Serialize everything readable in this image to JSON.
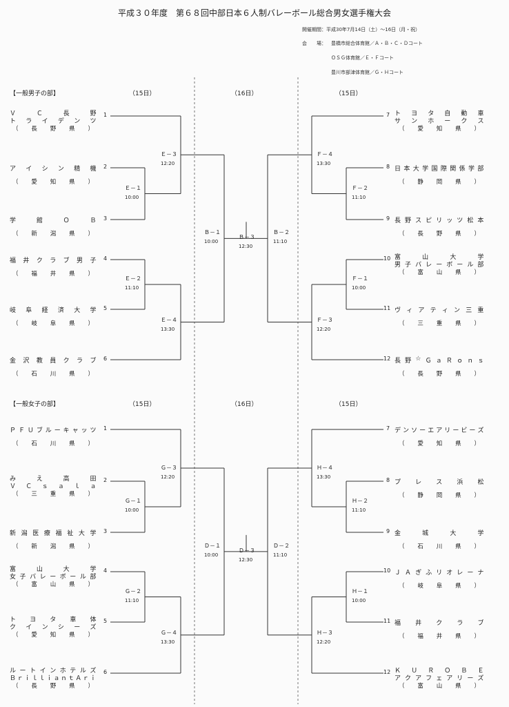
{
  "title": "平成３０年度　第６８回中部日本６人制バレーボール総合男女選手権大会",
  "info": {
    "dates": "開催期間：平成30年7月14日（土）～16日（月・祝）",
    "venue_label": "会　　場：",
    "venues": [
      "豊橋市総合体育館／Ａ・Ｂ・Ｃ・Ｄコート",
      "ＯＳＧ体育館／Ｅ・Ｆコート",
      "豊川市部津体育館／Ｇ・Ｈコート"
    ]
  },
  "day_labels": [
    "（15日）",
    "（16日）",
    "（15日）"
  ],
  "sections": [
    {
      "name": "【一般男子の部】",
      "teams": [
        {
          "num": "1",
          "name": "ＶＣ長野\nトライデンツ",
          "pref": "（長野県）"
        },
        {
          "num": "2",
          "name": "アイシン精機",
          "pref": "（愛知県）"
        },
        {
          "num": "3",
          "name": "学館ＯＢ",
          "pref": "（新潟県）"
        },
        {
          "num": "4",
          "name": "福井クラブ男子",
          "pref": "（福井県）"
        },
        {
          "num": "5",
          "name": "岐阜経済大学",
          "pref": "（岐阜県）"
        },
        {
          "num": "6",
          "name": "金沢教員クラブ",
          "pref": "（石川県）"
        },
        {
          "num": "7",
          "name": "トヨタ自動車\nサンホークス",
          "pref": "（愛知県）"
        },
        {
          "num": "8",
          "name": "日本大学国際関係学部",
          "pref": "（静岡県）"
        },
        {
          "num": "9",
          "name": "長野スピリッツ松本",
          "pref": "（長野県）"
        },
        {
          "num": "10",
          "name": "富山大学\n男子バレーボール部",
          "pref": "（富山県）"
        },
        {
          "num": "11",
          "name": "ヴィアティン三重",
          "pref": "（三重県）"
        },
        {
          "num": "12",
          "name": "長野☆ＧａＲｏｎｓ",
          "pref": "（長野県）"
        }
      ],
      "matches": [
        {
          "code": "Ｅ－１",
          "time": "10:00"
        },
        {
          "code": "Ｅ－２",
          "time": "11:10"
        },
        {
          "code": "Ｅ－３",
          "time": "12:20"
        },
        {
          "code": "Ｅ－４",
          "time": "13:30"
        },
        {
          "code": "Ｆ－１",
          "time": "10:00"
        },
        {
          "code": "Ｆ－２",
          "time": "11:10"
        },
        {
          "code": "Ｆ－３",
          "time": "12:20"
        },
        {
          "code": "Ｆ－４",
          "time": "13:30"
        },
        {
          "code": "Ｂ－１",
          "time": "10:00"
        },
        {
          "code": "Ｂ－２",
          "time": "11:10"
        },
        {
          "code": "Ｂ－３",
          "time": "12:30"
        }
      ]
    },
    {
      "name": "【一般女子の部】",
      "teams": [
        {
          "num": "1",
          "name": "ＰＦＵブルーキャッツ",
          "pref": "（石川県）"
        },
        {
          "num": "2",
          "name": "みえ高田\nＶＣｓａｌａ",
          "pref": "（三重県）"
        },
        {
          "num": "3",
          "name": "新潟医療福祉大学",
          "pref": "（新潟県）"
        },
        {
          "num": "4",
          "name": "富山大学\n女子バレーボール部",
          "pref": "（富山県）"
        },
        {
          "num": "5",
          "name": "トヨタ車体\nクインシーズ",
          "pref": "（愛知県）"
        },
        {
          "num": "6",
          "name": "ルートインホテルズ\nＢｒｉｌｌｉａｎｔＡｒｉ",
          "pref": "（長野県）"
        },
        {
          "num": "7",
          "name": "デンソーエアリービーズ",
          "pref": "（愛知県）"
        },
        {
          "num": "8",
          "name": "プレス浜松",
          "pref": "（静岡県）"
        },
        {
          "num": "9",
          "name": "金城大学",
          "pref": "（石川県）"
        },
        {
          "num": "10",
          "name": "ＪＡぎふリオレーナ",
          "pref": "（岐阜県）"
        },
        {
          "num": "11",
          "name": "福井クラブ",
          "pref": "（福井県）"
        },
        {
          "num": "12",
          "name": "ＫＵＲＯＢＥ\nアクアフェアリーズ",
          "pref": "（富山県）"
        }
      ],
      "matches": [
        {
          "code": "Ｇ－１",
          "time": "10:00"
        },
        {
          "code": "Ｇ－２",
          "time": "11:10"
        },
        {
          "code": "Ｇ－３",
          "time": "12:20"
        },
        {
          "code": "Ｇ－４",
          "time": "13:30"
        },
        {
          "code": "Ｈ－１",
          "time": "10:00"
        },
        {
          "code": "Ｈ－２",
          "time": "11:10"
        },
        {
          "code": "Ｈ－３",
          "time": "12:20"
        },
        {
          "code": "Ｈ－４",
          "time": "13:30"
        },
        {
          "code": "Ｄ－１",
          "time": "10:00"
        },
        {
          "code": "Ｄ－２",
          "time": "11:10"
        },
        {
          "code": "Ｄ－３",
          "time": "12:30"
        }
      ]
    }
  ]
}
